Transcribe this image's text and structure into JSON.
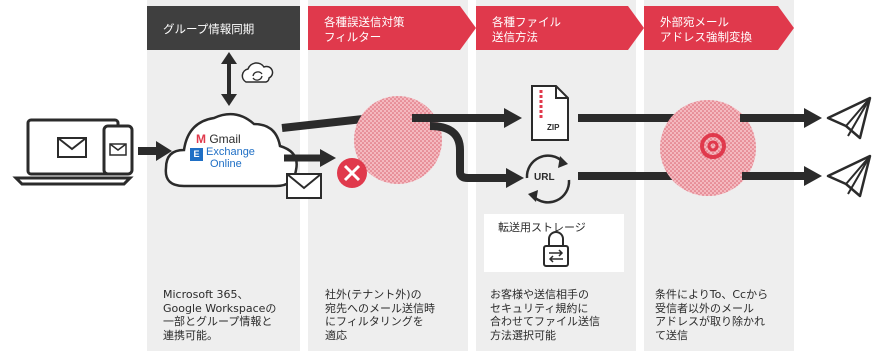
{
  "headers": [
    {
      "text": "グループ情報同期"
    },
    {
      "line1": "各種誤送信対策",
      "line2": "フィルター"
    },
    {
      "line1": "各種ファイル",
      "line2": "送信方法"
    },
    {
      "line1": "外部宛メール",
      "line2": "アドレス強制変換"
    }
  ],
  "cloud": {
    "gmail": "Gmail",
    "exchange_line1": "Exchange",
    "exchange_line2": "Online"
  },
  "zip_label": "ZIP",
  "url_label": "URL",
  "storage_label": "転送用ストレージ",
  "descriptions": [
    {
      "lines": [
        "Microsoft 365、",
        "Google Workspaceの",
        "一部とグループ情報と",
        "連携可能。"
      ]
    },
    {
      "lines": [
        "社外(テナント外)の",
        "宛先へのメール送信時",
        "にフィルタリングを",
        "適応"
      ]
    },
    {
      "lines": [
        "お客様や送信相手の",
        "セキュリティ規約に",
        "合わせてファイル送信",
        "方法選択可能"
      ]
    },
    {
      "lines": [
        "条件によりTo、Ccから",
        "受信者以外のメール",
        "アドレスが取り除かれ",
        "て送信"
      ]
    }
  ],
  "colors": {
    "accent": "#e0394c",
    "dark_header": "#3f3f3f",
    "column_bg": "#eeeeee",
    "arrow": "#2b2b2b"
  }
}
